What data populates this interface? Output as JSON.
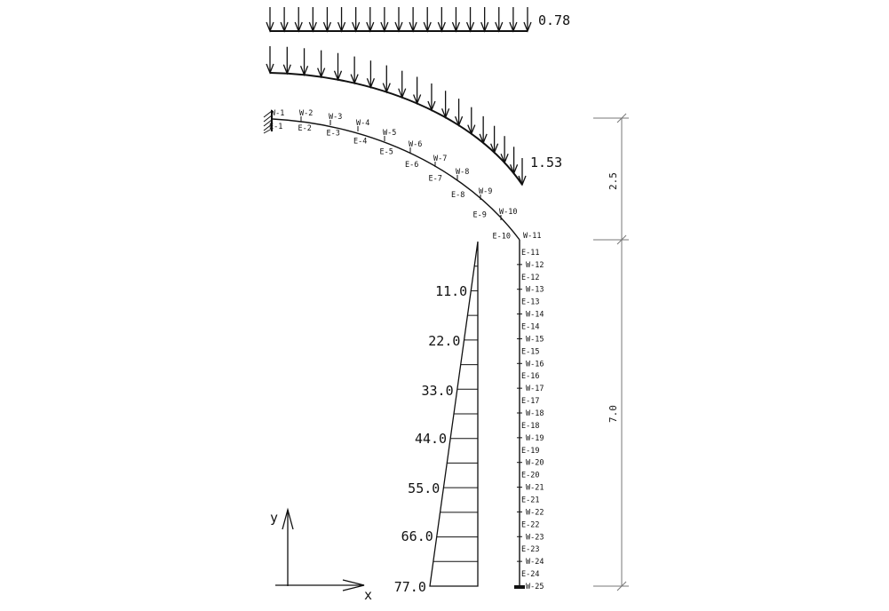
{
  "load_top_uniform": {
    "value_label": "0.78",
    "arrow_count": 19
  },
  "load_curved": {
    "value_label": "1.53",
    "arrow_count": 19
  },
  "dimensions": {
    "upper": "2.5",
    "lower": "7.0"
  },
  "pressure_labels": [
    "11.0",
    "22.0",
    "33.0",
    "44.0",
    "55.0",
    "66.0",
    "77.0"
  ],
  "axes": {
    "x_label": "x",
    "y_label": "y"
  },
  "arc_nodes": [
    "W-1",
    "W-2",
    "W-3",
    "W-4",
    "W-5",
    "W-6",
    "W-7",
    "W-8",
    "W-9",
    "W-10",
    "W-11"
  ],
  "arc_elements": [
    "E-1",
    "E-2",
    "E-3",
    "E-4",
    "E-5",
    "E-6",
    "E-7",
    "E-8",
    "E-9",
    "E-10"
  ],
  "column_nodes": [
    "W-12",
    "W-13",
    "W-14",
    "W-15",
    "W-16",
    "W-17",
    "W-18",
    "W-19",
    "W-20",
    "W-21",
    "W-22",
    "W-23",
    "W-24",
    "W-25"
  ],
  "column_elements": [
    "E-11",
    "E-12",
    "E-13",
    "E-14",
    "E-15",
    "E-16",
    "E-17",
    "E-18",
    "E-19",
    "E-20",
    "E-21",
    "E-22",
    "E-23",
    "E-24"
  ]
}
